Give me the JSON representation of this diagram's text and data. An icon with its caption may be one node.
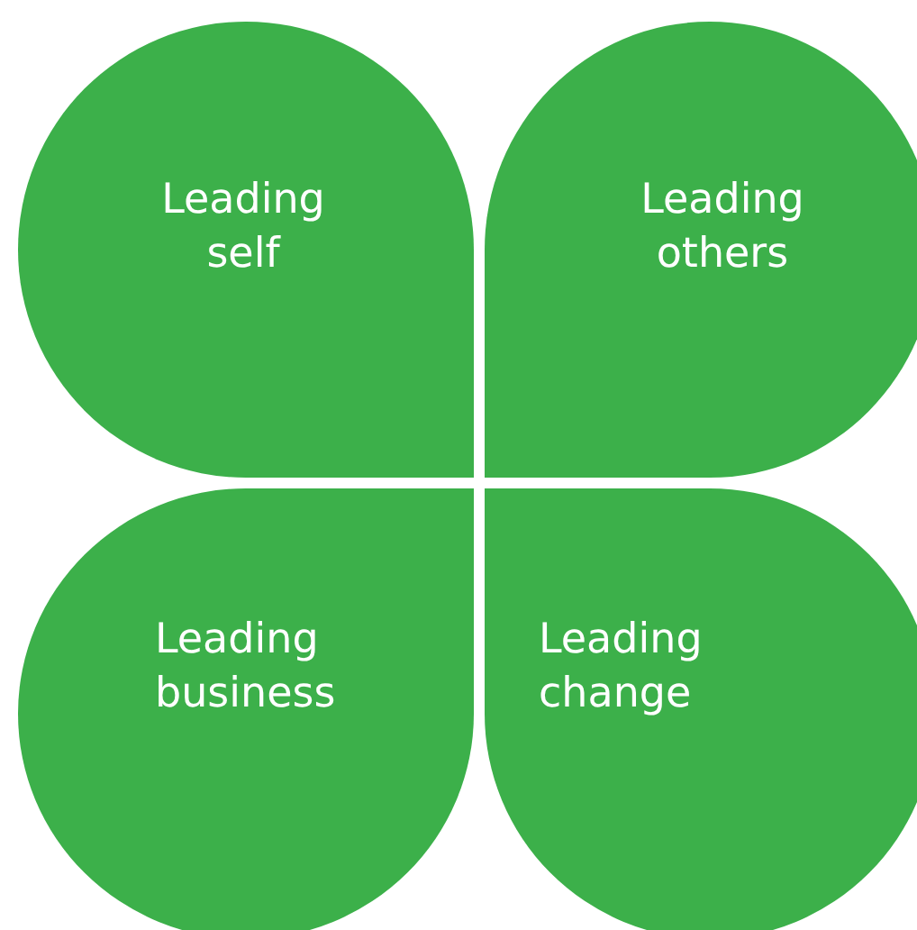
{
  "diagram": {
    "nodes": [
      {
        "text": [
          "Leading self"
        ]
      },
      {
        "text": [
          "Leading others"
        ]
      },
      {
        "text": [
          "Leading business"
        ]
      },
      {
        "text": [
          "Leading change"
        ]
      }
    ]
  }
}
